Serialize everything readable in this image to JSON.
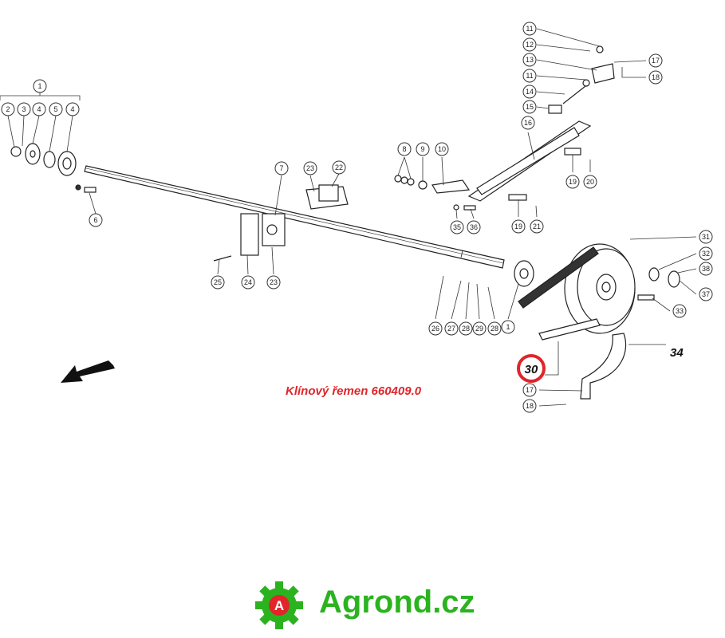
{
  "callouts": [
    {
      "id": "c1a",
      "label": "1"
    },
    {
      "id": "c2",
      "label": "2"
    },
    {
      "id": "c3",
      "label": "3"
    },
    {
      "id": "c4a",
      "label": "4"
    },
    {
      "id": "c5",
      "label": "5"
    },
    {
      "id": "c4b",
      "label": "4"
    },
    {
      "id": "c6",
      "label": "6"
    },
    {
      "id": "c7",
      "label": "7"
    },
    {
      "id": "c23a",
      "label": "23"
    },
    {
      "id": "c22",
      "label": "22"
    },
    {
      "id": "c23b",
      "label": "23"
    },
    {
      "id": "c24",
      "label": "24"
    },
    {
      "id": "c25",
      "label": "25"
    },
    {
      "id": "c8",
      "label": "8"
    },
    {
      "id": "c9",
      "label": "9"
    },
    {
      "id": "c10",
      "label": "10"
    },
    {
      "id": "c35",
      "label": "35"
    },
    {
      "id": "c36",
      "label": "36"
    },
    {
      "id": "c11a",
      "label": "11"
    },
    {
      "id": "c12",
      "label": "12"
    },
    {
      "id": "c13",
      "label": "13"
    },
    {
      "id": "c11b",
      "label": "11"
    },
    {
      "id": "c14",
      "label": "14"
    },
    {
      "id": "c15",
      "label": "15"
    },
    {
      "id": "c16",
      "label": "16"
    },
    {
      "id": "c17a",
      "label": "17"
    },
    {
      "id": "c18a",
      "label": "18"
    },
    {
      "id": "c19a",
      "label": "19"
    },
    {
      "id": "c20",
      "label": "20"
    },
    {
      "id": "c19b",
      "label": "19"
    },
    {
      "id": "c21",
      "label": "21"
    },
    {
      "id": "c31",
      "label": "31"
    },
    {
      "id": "c32",
      "label": "32"
    },
    {
      "id": "c38",
      "label": "38"
    },
    {
      "id": "c37",
      "label": "37"
    },
    {
      "id": "c33",
      "label": "33"
    },
    {
      "id": "c26",
      "label": "26"
    },
    {
      "id": "c27",
      "label": "27"
    },
    {
      "id": "c28a",
      "label": "28"
    },
    {
      "id": "c29",
      "label": "29"
    },
    {
      "id": "c28b",
      "label": "28"
    },
    {
      "id": "c1b",
      "label": "1"
    },
    {
      "id": "c17b",
      "label": "17"
    },
    {
      "id": "c18b",
      "label": "18"
    }
  ],
  "highlight": {
    "label": "30",
    "ring_color": "#e0252b"
  },
  "part34": {
    "label": "34"
  },
  "belt_label": "Klínový řemen 660409.0",
  "brand": {
    "name": "Agrond.cz",
    "logo_letter": "A",
    "green": "#2bb31f",
    "red": "#e0252b"
  }
}
